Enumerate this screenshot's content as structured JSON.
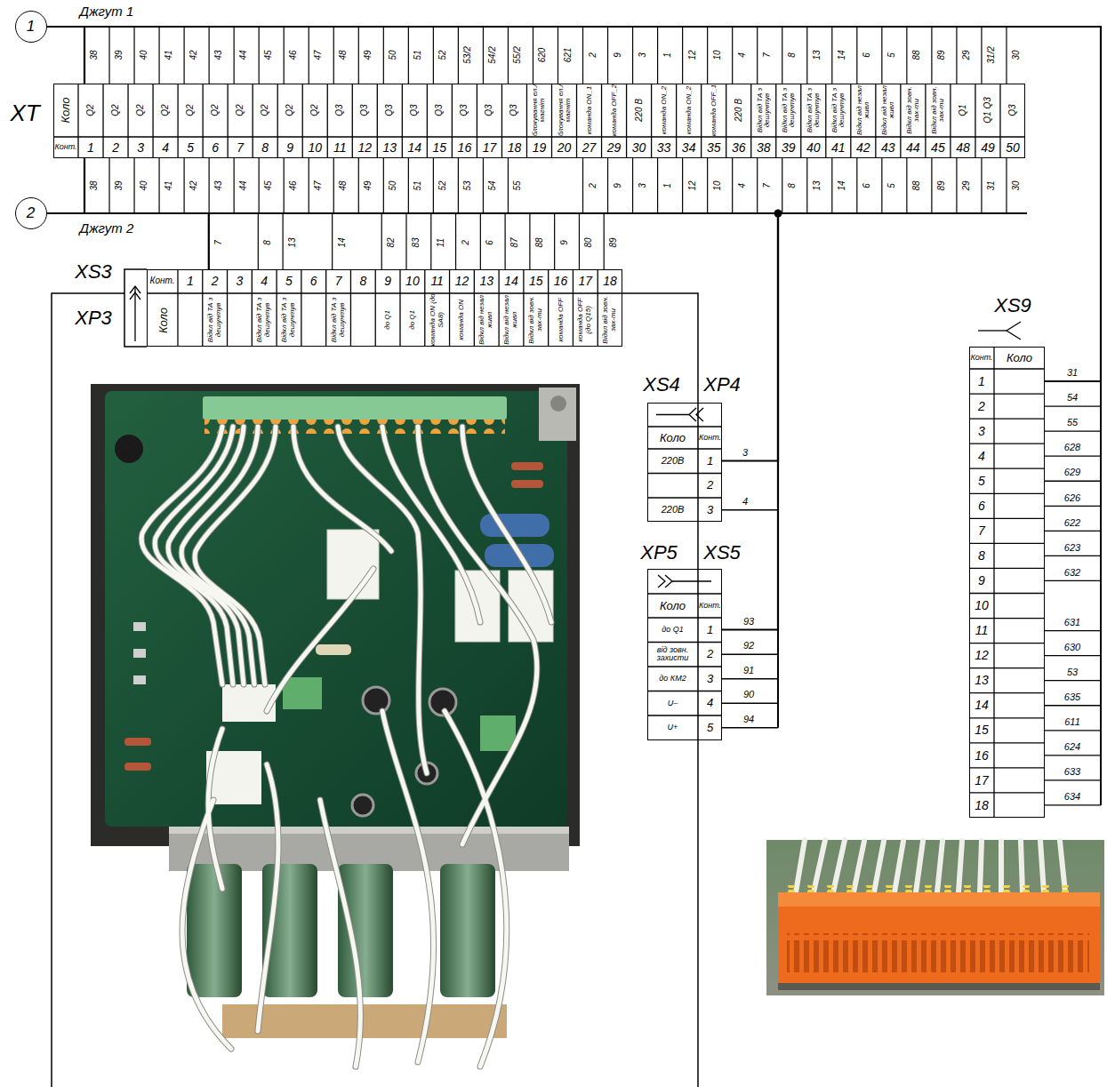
{
  "diagram": {
    "nodes": [
      {
        "text": [
          "1"
        ]
      },
      {
        "text": [
          "2"
        ]
      },
      {
        "text": [
          "XT"
        ]
      },
      {
        "text": [
          "XS3",
          "XP3"
        ]
      },
      {
        "text": [
          "XS4",
          "XP4"
        ]
      },
      {
        "text": [
          "XP5",
          "XS5"
        ]
      },
      {
        "text": [
          "XS9"
        ]
      }
    ],
    "edges": [
      {
        "from": 0,
        "to": 2,
        "arrow": "none"
      },
      {
        "from": 0,
        "to": 6,
        "arrow": "none"
      },
      {
        "from": 1,
        "to": 2,
        "arrow": "none"
      },
      {
        "from": 1,
        "to": 3,
        "arrow": "none"
      },
      {
        "from": 1,
        "to": 4,
        "arrow": "none"
      },
      {
        "from": 1,
        "to": 5,
        "arrow": "none"
      }
    ],
    "labels": [
      "Джгут 1",
      "Джгут 2",
      "Коло",
      "Конт.",
      "38",
      "39",
      "40",
      "41",
      "42",
      "43",
      "44",
      "45",
      "46",
      "47",
      "48",
      "49",
      "50",
      "51",
      "52",
      "53/2",
      "54/2",
      "55/2",
      "620",
      "621",
      "2",
      "9",
      "3",
      "1",
      "12",
      "10",
      "4",
      "7",
      "8",
      "13",
      "14",
      "6",
      "5",
      "88",
      "89",
      "29",
      "31/2",
      "30",
      "Q2",
      "Q2",
      "Q2",
      "Q2",
      "Q2",
      "Q2",
      "Q2",
      "Q2",
      "Q2",
      "Q2",
      "Q3",
      "Q3",
      "Q3",
      "Q3",
      "Q3",
      "Q3",
      "Q3",
      "Q3",
      "блокування ел./магніт",
      "блокування ел./магніт",
      "команда ON_1",
      "команда OFF_2",
      "220 В",
      "команда ON_2",
      "команда ON_2",
      "команда OFF_1",
      "220 В",
      "Відкл від ТА з дешунтув",
      "Відкл від ТА з дешунтув",
      "Відкл від ТА з дешунтув",
      "Відкл від ТА з дешунтув",
      "Відкл від незал живл",
      "Відкл від незал живл",
      "Відкл від зовн. зах-ти",
      "Відкл від зовн. зах-ти",
      "Q1",
      "Q1 Q3",
      "Q3",
      "1",
      "2",
      "3",
      "4",
      "5",
      "6",
      "7",
      "8",
      "9",
      "10",
      "11",
      "12",
      "13",
      "14",
      "15",
      "16",
      "17",
      "18",
      "19",
      "20",
      "27",
      "29",
      "30",
      "33",
      "34",
      "35",
      "36",
      "38",
      "39",
      "40",
      "41",
      "42",
      "43",
      "44",
      "45",
      "48",
      "49",
      "50",
      "38",
      "39",
      "40",
      "41",
      "42",
      "43",
      "44",
      "45",
      "46",
      "47",
      "48",
      "49",
      "50",
      "51",
      "52",
      "53",
      "54",
      "55",
      "2",
      "9",
      "3",
      "1",
      "12",
      "10",
      "4",
      "7",
      "8",
      "13",
      "14",
      "6",
      "5",
      "88",
      "89",
      "29",
      "31",
      "30",
      "Конт.",
      "Коло",
      "1",
      "2",
      "3",
      "4",
      "5",
      "6",
      "7",
      "8",
      "9",
      "10",
      "11",
      "12",
      "13",
      "14",
      "15",
      "16",
      "17",
      "18",
      "Відкл від ТА з дешунтув",
      "Відкл від ТА з дешунтув",
      "Відкл від ТА з дешунтув",
      "Відкл від ТА з дешунтув",
      "до Q1",
      "до Q1",
      "команда ON (до SA8)",
      "команда ON",
      "Відкл від незал живл",
      "Відкл від незал живл",
      "Відкл від зовн. зах-ти",
      "команда OFF",
      "команда OFF (до Q15)",
      "Відкл від зовн. зах-ти",
      "7",
      "8",
      "13",
      "14",
      "82",
      "83",
      "11",
      "2",
      "6",
      "87",
      "88",
      "9",
      "80",
      "89",
      "Коло",
      "Конт.",
      "220В",
      "220В",
      "1",
      "2",
      "3",
      "3",
      "4",
      "Коло",
      "Конт.",
      "до Q1",
      "від зовн. захисти",
      "до КМ2",
      "U–",
      "U+",
      "1",
      "2",
      "3",
      "4",
      "5",
      "93",
      "92",
      "91",
      "90",
      "94",
      "Конт.",
      "Коло",
      "1",
      "2",
      "3",
      "4",
      "5",
      "6",
      "7",
      "8",
      "9",
      "10",
      "11",
      "12",
      "13",
      "14",
      "15",
      "16",
      "17",
      "18",
      "31",
      "54",
      "55",
      "628",
      "629",
      "626",
      "622",
      "623",
      "632",
      "631",
      "630",
      "53",
      "635",
      "611",
      "624",
      "633",
      "634"
    ]
  }
}
